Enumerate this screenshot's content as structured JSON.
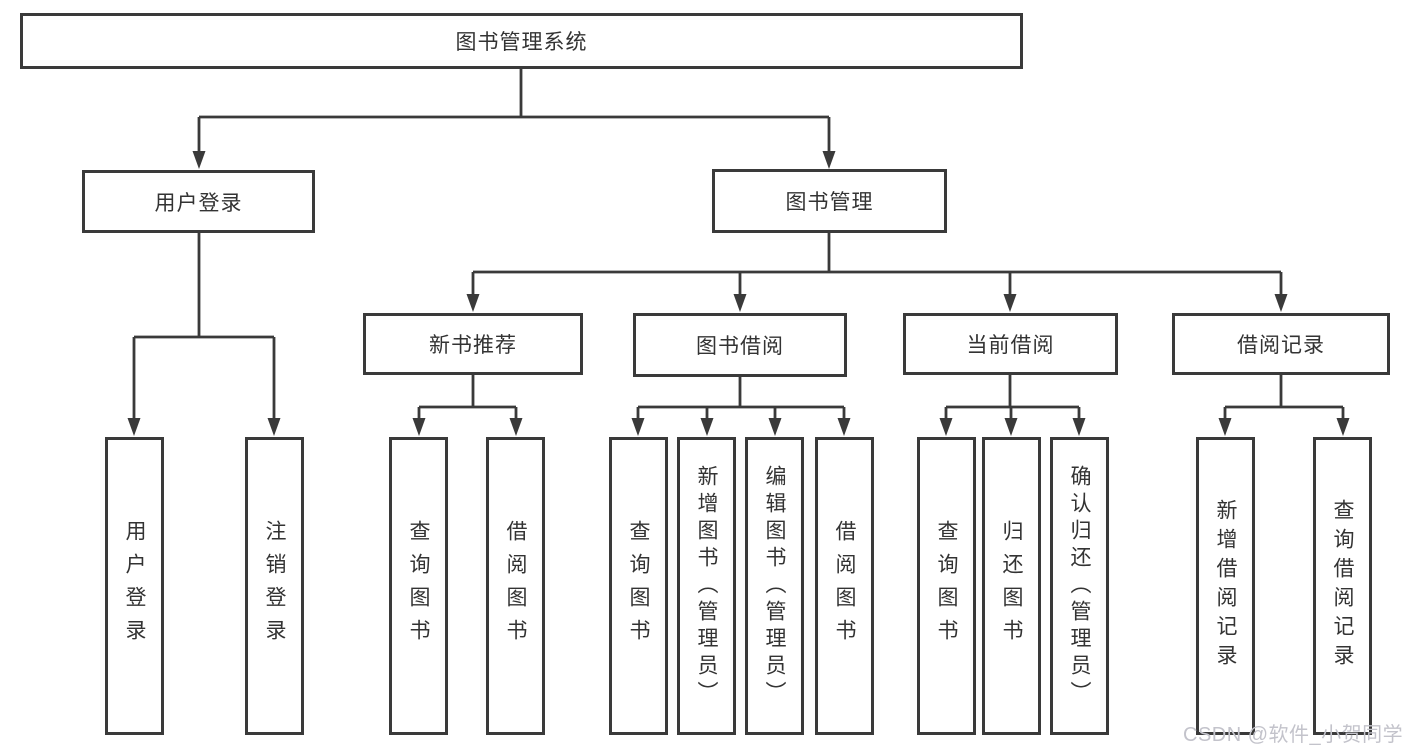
{
  "nodes": {
    "root": {
      "label": "图书管理系统"
    },
    "level2": [
      {
        "label": "用户登录"
      },
      {
        "label": "图书管理"
      }
    ],
    "level3": [
      {
        "label": "新书推荐"
      },
      {
        "label": "图书借阅"
      },
      {
        "label": "当前借阅"
      },
      {
        "label": "借阅记录"
      }
    ],
    "leaves": [
      {
        "label": "用户登录"
      },
      {
        "label": "注销登录"
      },
      {
        "label": "查询图书"
      },
      {
        "label": "借阅图书"
      },
      {
        "label": "查询图书"
      },
      {
        "label": "新增图书（管理员）"
      },
      {
        "label": "编辑图书（管理员）"
      },
      {
        "label": "借阅图书"
      },
      {
        "label": "查询图书"
      },
      {
        "label": "归还图书"
      },
      {
        "label": "确认归还（管理员）"
      },
      {
        "label": "新增借阅记录"
      },
      {
        "label": "查询借阅记录"
      }
    ]
  },
  "watermark": {
    "text": "CSDN @软件_小贺同学"
  },
  "colors": {
    "line": "#3a3a3a",
    "text": "#333333",
    "box_fill": "#ffffff",
    "watermark": "#c3c3cb",
    "background": "#ffffff"
  }
}
